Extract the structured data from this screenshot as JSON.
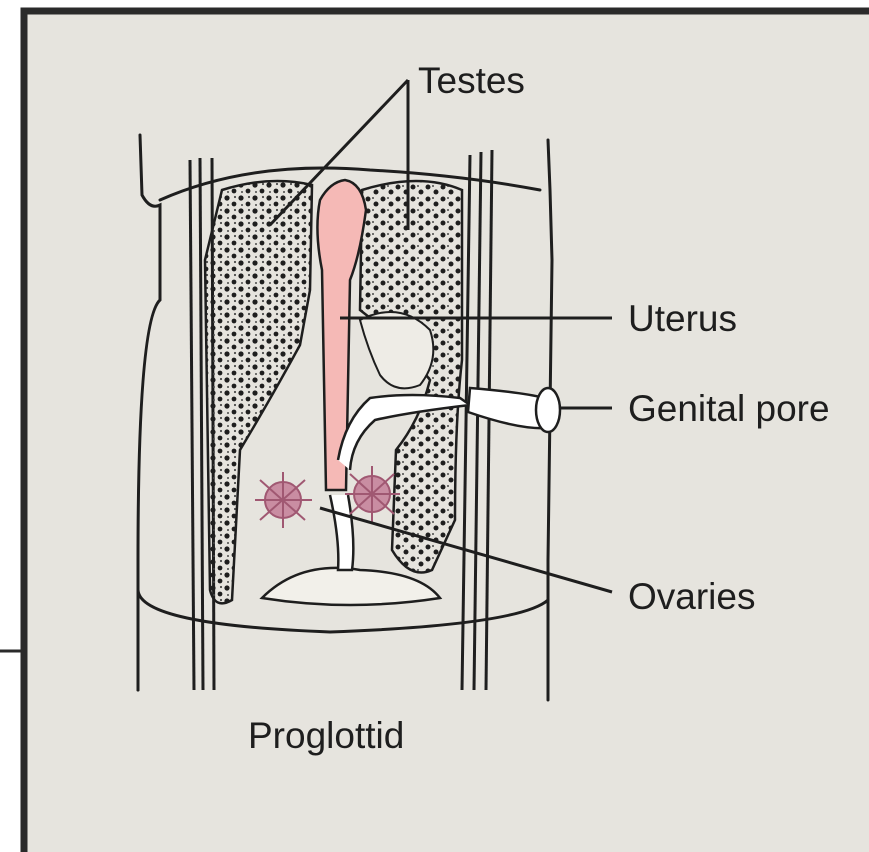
{
  "diagram": {
    "labels": {
      "testes": "Testes",
      "uterus": "Uterus",
      "genital_pore": "Genital pore",
      "ovaries": "Ovaries",
      "caption": "Proglottid"
    },
    "colors": {
      "background": "#e6e4de",
      "outline": "#1e1e1e",
      "uterus_fill": "#f5b9b6",
      "ovary_color": "#a05872"
    }
  }
}
